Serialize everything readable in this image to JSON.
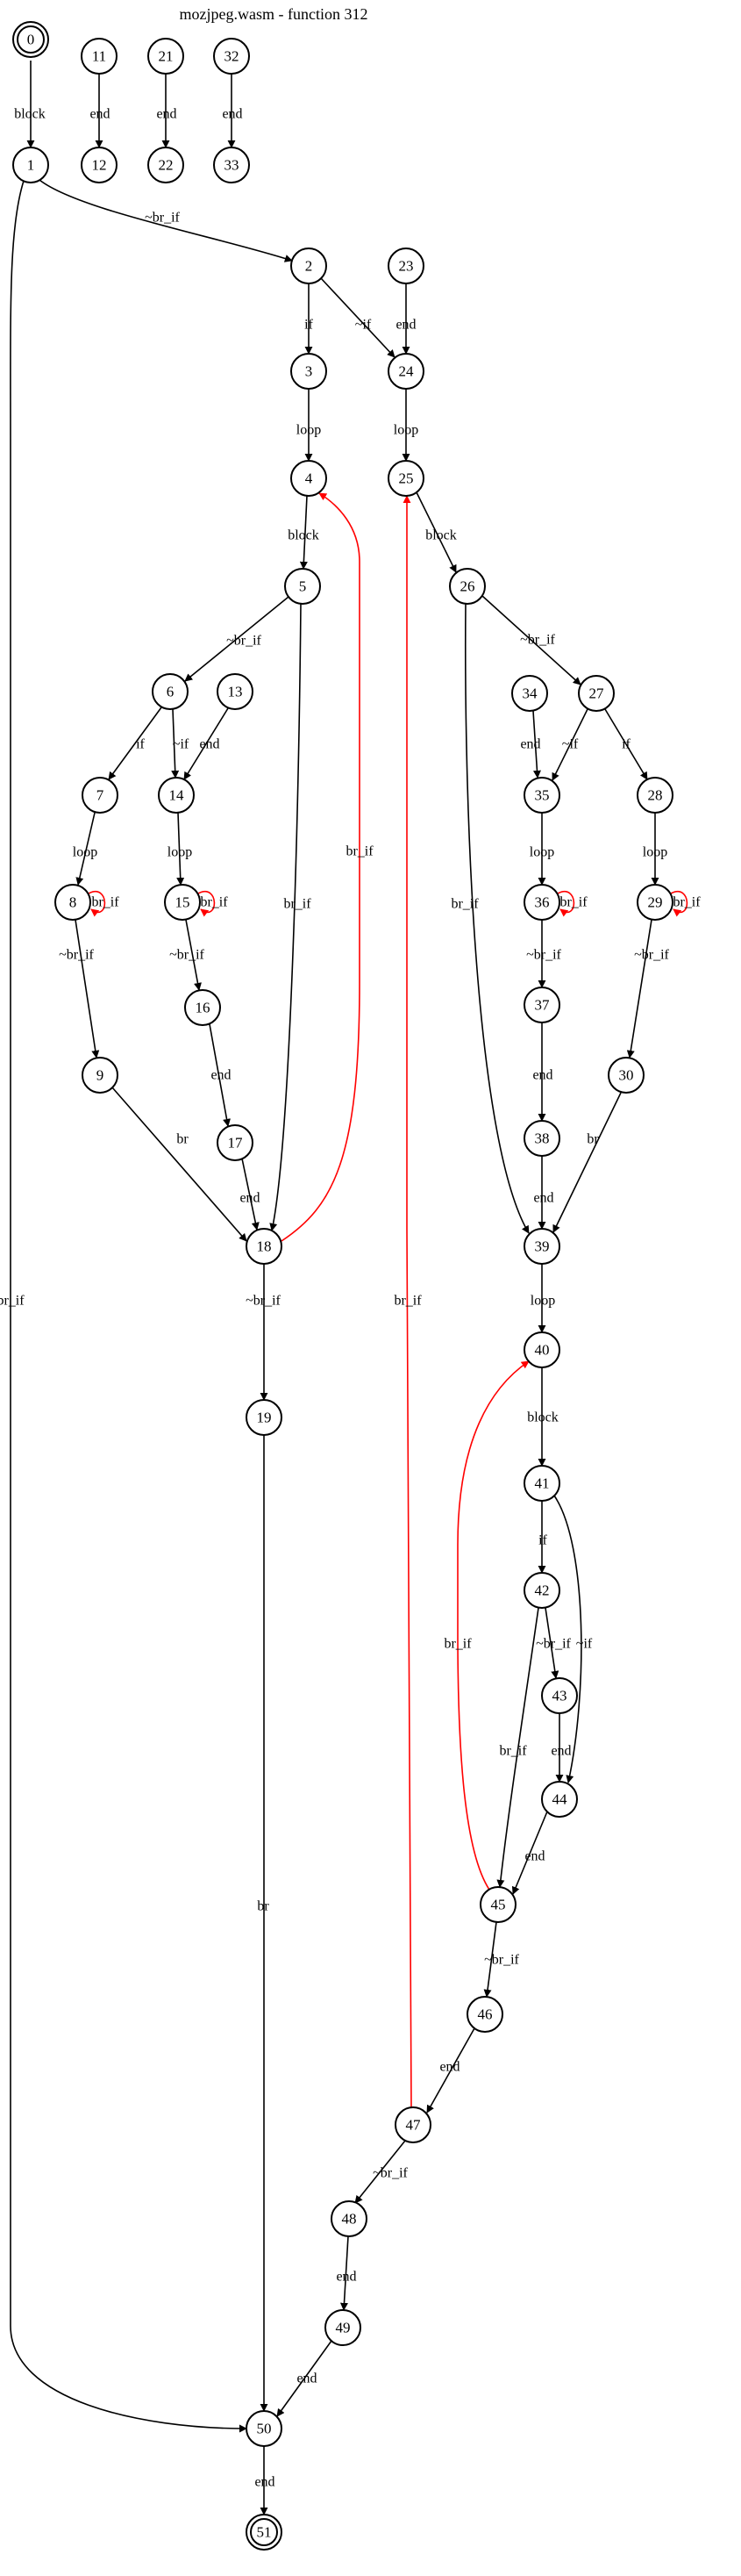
{
  "title": "mozjpeg.wasm - function 312",
  "colors": {
    "normal": "#000000",
    "back_edge": "#ff0000",
    "node_fill": "#ffffff"
  },
  "nodes": [
    {
      "id": "0",
      "double": true
    },
    {
      "id": "1"
    },
    {
      "id": "2"
    },
    {
      "id": "3"
    },
    {
      "id": "4"
    },
    {
      "id": "5"
    },
    {
      "id": "6"
    },
    {
      "id": "7"
    },
    {
      "id": "8"
    },
    {
      "id": "9"
    },
    {
      "id": "11"
    },
    {
      "id": "12"
    },
    {
      "id": "13"
    },
    {
      "id": "14"
    },
    {
      "id": "15"
    },
    {
      "id": "16"
    },
    {
      "id": "17"
    },
    {
      "id": "18"
    },
    {
      "id": "19"
    },
    {
      "id": "21"
    },
    {
      "id": "22"
    },
    {
      "id": "23"
    },
    {
      "id": "24"
    },
    {
      "id": "25"
    },
    {
      "id": "26"
    },
    {
      "id": "27"
    },
    {
      "id": "28"
    },
    {
      "id": "29"
    },
    {
      "id": "30"
    },
    {
      "id": "32"
    },
    {
      "id": "33"
    },
    {
      "id": "34"
    },
    {
      "id": "35"
    },
    {
      "id": "36"
    },
    {
      "id": "37"
    },
    {
      "id": "38"
    },
    {
      "id": "39"
    },
    {
      "id": "40"
    },
    {
      "id": "41"
    },
    {
      "id": "42"
    },
    {
      "id": "43"
    },
    {
      "id": "44"
    },
    {
      "id": "45"
    },
    {
      "id": "46"
    },
    {
      "id": "47"
    },
    {
      "id": "48"
    },
    {
      "id": "49"
    },
    {
      "id": "50"
    },
    {
      "id": "51",
      "double": true
    }
  ],
  "edges": [
    {
      "from": "0",
      "to": "1",
      "label": "block"
    },
    {
      "from": "11",
      "to": "12",
      "label": "end"
    },
    {
      "from": "21",
      "to": "22",
      "label": "end"
    },
    {
      "from": "32",
      "to": "33",
      "label": "end"
    },
    {
      "from": "1",
      "to": "2",
      "label": "~br_if"
    },
    {
      "from": "1",
      "to": "50",
      "label": "br_if"
    },
    {
      "from": "2",
      "to": "3",
      "label": "if"
    },
    {
      "from": "2",
      "to": "24",
      "label": "~if"
    },
    {
      "from": "23",
      "to": "24",
      "label": "end"
    },
    {
      "from": "3",
      "to": "4",
      "label": "loop"
    },
    {
      "from": "24",
      "to": "25",
      "label": "loop"
    },
    {
      "from": "4",
      "to": "5",
      "label": "block"
    },
    {
      "from": "25",
      "to": "26",
      "label": "block"
    },
    {
      "from": "5",
      "to": "6",
      "label": "~br_if"
    },
    {
      "from": "5",
      "to": "18",
      "label": "br_if"
    },
    {
      "from": "26",
      "to": "27",
      "label": "~br_if"
    },
    {
      "from": "26",
      "to": "39",
      "label": "br_if"
    },
    {
      "from": "6",
      "to": "7",
      "label": "if"
    },
    {
      "from": "6",
      "to": "14",
      "label": "~if"
    },
    {
      "from": "13",
      "to": "14",
      "label": "end"
    },
    {
      "from": "34",
      "to": "35",
      "label": "end"
    },
    {
      "from": "27",
      "to": "35",
      "label": "~if"
    },
    {
      "from": "27",
      "to": "28",
      "label": "if"
    },
    {
      "from": "7",
      "to": "8",
      "label": "loop"
    },
    {
      "from": "14",
      "to": "15",
      "label": "loop"
    },
    {
      "from": "35",
      "to": "36",
      "label": "loop"
    },
    {
      "from": "28",
      "to": "29",
      "label": "loop"
    },
    {
      "from": "8",
      "to": "8",
      "label": "br_if",
      "back": true
    },
    {
      "from": "15",
      "to": "15",
      "label": "br_if",
      "back": true
    },
    {
      "from": "36",
      "to": "36",
      "label": "br_if",
      "back": true
    },
    {
      "from": "29",
      "to": "29",
      "label": "br_if",
      "back": true
    },
    {
      "from": "8",
      "to": "9",
      "label": "~br_if"
    },
    {
      "from": "15",
      "to": "16",
      "label": "~br_if"
    },
    {
      "from": "36",
      "to": "37",
      "label": "~br_if"
    },
    {
      "from": "29",
      "to": "30",
      "label": "~br_if"
    },
    {
      "from": "16",
      "to": "17",
      "label": "end"
    },
    {
      "from": "37",
      "to": "38",
      "label": "end"
    },
    {
      "from": "9",
      "to": "18",
      "label": "br"
    },
    {
      "from": "17",
      "to": "18",
      "label": "end"
    },
    {
      "from": "18",
      "to": "4",
      "label": "br_if",
      "back": true
    },
    {
      "from": "38",
      "to": "39",
      "label": "end"
    },
    {
      "from": "30",
      "to": "39",
      "label": "br"
    },
    {
      "from": "18",
      "to": "19",
      "label": "~br_if"
    },
    {
      "from": "39",
      "to": "40",
      "label": "loop"
    },
    {
      "from": "40",
      "to": "41",
      "label": "block"
    },
    {
      "from": "41",
      "to": "42",
      "label": "if"
    },
    {
      "from": "41",
      "to": "44",
      "label": "~if"
    },
    {
      "from": "42",
      "to": "43",
      "label": "~br_if"
    },
    {
      "from": "42",
      "to": "45",
      "label": "br_if"
    },
    {
      "from": "43",
      "to": "44",
      "label": "end"
    },
    {
      "from": "44",
      "to": "45",
      "label": "end"
    },
    {
      "from": "45",
      "to": "40",
      "label": "br_if",
      "back": true
    },
    {
      "from": "45",
      "to": "46",
      "label": "~br_if"
    },
    {
      "from": "46",
      "to": "47",
      "label": "end"
    },
    {
      "from": "47",
      "to": "25",
      "label": "br_if",
      "back": true
    },
    {
      "from": "47",
      "to": "48",
      "label": "~br_if"
    },
    {
      "from": "48",
      "to": "49",
      "label": "end"
    },
    {
      "from": "49",
      "to": "50",
      "label": "end"
    },
    {
      "from": "19",
      "to": "50",
      "label": "br"
    },
    {
      "from": "50",
      "to": "51",
      "label": "end"
    }
  ]
}
